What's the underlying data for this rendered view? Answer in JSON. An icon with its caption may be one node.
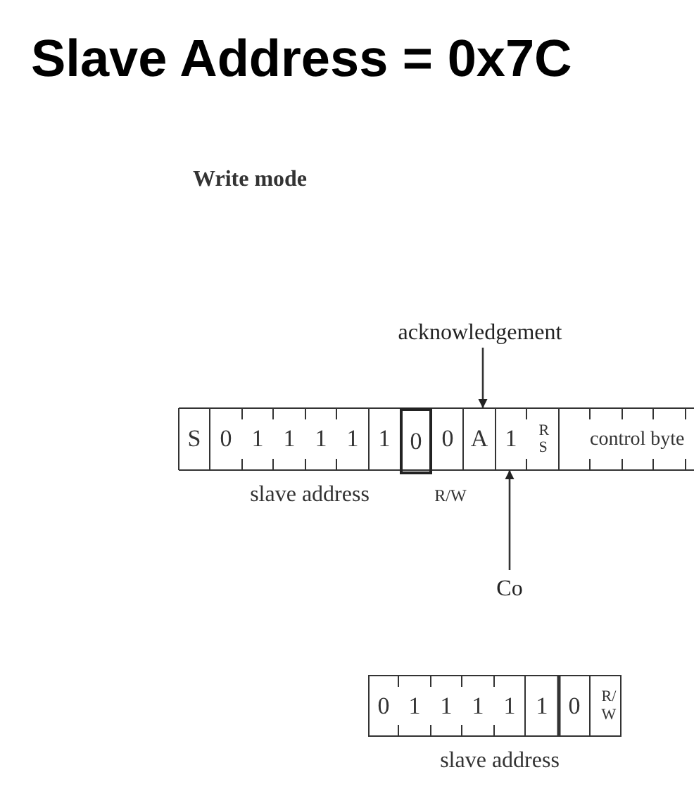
{
  "diagram": {
    "title": "Slave Address = 0x7C",
    "nodes": [
      {
        "text": [
          "acknowledgement"
        ]
      },
      {
        "text": [
          "S"
        ]
      },
      {
        "text": [
          "0"
        ]
      },
      {
        "text": [
          "1"
        ]
      },
      {
        "text": [
          "1"
        ]
      },
      {
        "text": [
          "1"
        ]
      },
      {
        "text": [
          "1"
        ]
      },
      {
        "text": [
          "1"
        ]
      },
      {
        "text": [
          "0"
        ]
      },
      {
        "text": [
          "0"
        ]
      },
      {
        "text": [
          "A"
        ]
      },
      {
        "text": [
          "1"
        ]
      },
      {
        "text": [
          "RS"
        ]
      },
      {
        "text": [
          "control byte"
        ]
      },
      {
        "text": [
          "Co"
        ]
      },
      {
        "text": [
          "0"
        ]
      },
      {
        "text": [
          "1"
        ]
      },
      {
        "text": [
          "1"
        ]
      },
      {
        "text": [
          "1"
        ]
      },
      {
        "text": [
          "1"
        ]
      },
      {
        "text": [
          "1"
        ]
      },
      {
        "text": [
          "0"
        ]
      },
      {
        "text": [
          "R/W"
        ]
      }
    ],
    "edges": [
      {
        "from": 0,
        "to": 10,
        "arrow": "to"
      },
      {
        "from": 14,
        "to": 11,
        "arrow": "to"
      }
    ],
    "labels": [
      "Write mode",
      "slave address",
      "R/W",
      "slave address"
    ]
  }
}
